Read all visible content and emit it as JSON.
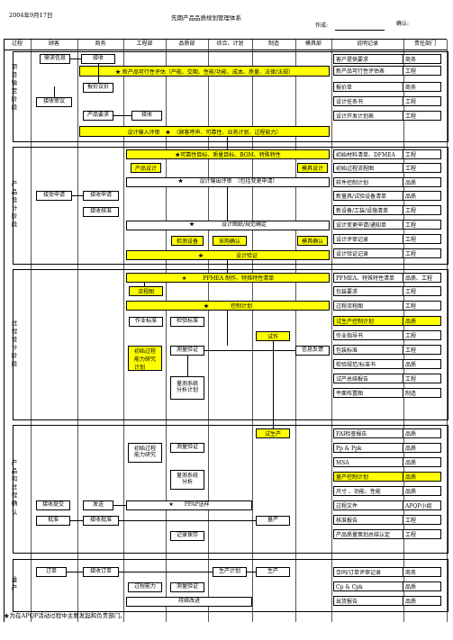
{
  "header": {
    "date": "2004年9月17日",
    "title": "先期产品品质规划管理体系",
    "author_label": "作成:",
    "confirm_label": "确认:"
  },
  "columns": [
    "过程",
    "顾客",
    "商务",
    "工程部",
    "品质部",
    "综合、计划",
    "制造",
    "模具部",
    "说明记录",
    "责任部门"
  ],
  "phases": {
    "p1": "项\n目\n输\n定\n阶\n段",
    "p2": "产\n品\n设\n计\n阶\n段",
    "p3": "过\n程\n设\n计\n阶\n段",
    "p4": "产\n品\n和\n过\n程\n确\n认",
    "p5": "量\n产"
  },
  "boxes": {
    "demand": "需求信息",
    "receive1": "接收",
    "feasibility": "★ 新产品可行性评估（产能、交期、性能/功能、成本、质量、法律/法规）",
    "quote": "报价议价",
    "receive_review": "接收审议",
    "prod_req": "产品要求",
    "receive2": "接收",
    "design_input": "设计输入评审　★　（顾客呼声、可靠性、业务计划、过程能力）",
    "reliability": "★可靠性目标、质量目标、BOM、特殊特性",
    "prod_design": "产品设计",
    "mold_design": "模具设计",
    "design_output": "★　　　设计输出评审　（包括变更申请）",
    "accept_apply": "接受申请",
    "apply_req": "接收申请",
    "approve": "接收核准",
    "drawing": "★　　　　　设计图纸/规范确定",
    "inspect_dev": "检测设备",
    "purchase": "采购确认",
    "mold_confirm": "模具确认",
    "design_verify": "★　　　　　　设计验证",
    "pfmea": "★　　　PFMEA 制作、特殊特性清单",
    "flow": "流程图",
    "control": "★　　　　控制计划",
    "op_std": "作业标准",
    "insp_std": "检验标准",
    "trial": "试作",
    "init_cap": "初始过程\n能力研究\n计划",
    "meas_verify": "测量验证",
    "info_fb": "信息反馈",
    "msa_plan": "量测系统\n分析计划",
    "trial_prod": "试生产",
    "init_cap2": "初始过程\n能力研究",
    "meas_verify2": "测量验证",
    "msa": "量测系统\n分析",
    "sample_submit": "接收提交",
    "send": "发送",
    "ppap": "★　　PPAP送样",
    "approve_btn": "批准",
    "approve2": "接收批准",
    "mass": "量产",
    "record": "记录保存",
    "order": "订单",
    "recv_order": "接收订单",
    "prod_plan": "生产计划",
    "produce": "生产",
    "proc_cap": "过程能力",
    "meas_verify3": "测量验证",
    "improve": "持续改进"
  },
  "records": [
    {
      "r": "客户提供要求",
      "d": "商务"
    },
    {
      "r": "新产品可行性评估表",
      "d": "工程"
    },
    {
      "r": "报价单",
      "d": "商务"
    },
    {
      "r": "设计任务书",
      "d": "工程"
    },
    {
      "r": "设计开发计划表",
      "d": "工程"
    },
    {
      "r": "初始材料清单、DFMEA",
      "d": "工程"
    },
    {
      "r": "初始过程流程图",
      "d": "工程"
    },
    {
      "r": "样件控制计划",
      "d": "品质"
    },
    {
      "r": "新量具/试验设备清单",
      "d": "品质"
    },
    {
      "r": "新设备/工装/设施清单",
      "d": "工程"
    },
    {
      "r": "设计变更申请/通知单",
      "d": "工程"
    },
    {
      "r": "设计评审记录",
      "d": "工程"
    },
    {
      "r": "设计验证记录",
      "d": "工程"
    },
    {
      "r": "PFMEA、特殊特性清单",
      "d": "品质、工程"
    },
    {
      "r": "包装要求",
      "d": "工程"
    },
    {
      "r": "过程流程图",
      "d": "工程"
    },
    {
      "r": "试生产控制计划",
      "d": "品质",
      "y": true
    },
    {
      "r": "作业指导书",
      "d": "工程"
    },
    {
      "r": "包装标准",
      "d": "工程"
    },
    {
      "r": "检验规范/标准书",
      "d": "品质"
    },
    {
      "r": "试产总结报告",
      "d": "工程"
    },
    {
      "r": "平面布置图",
      "d": "制造"
    },
    {
      "r": "FAI检查报告",
      "d": "品质"
    },
    {
      "r": "Pp & Ppk",
      "d": "品质"
    },
    {
      "r": "MSA",
      "d": "品质"
    },
    {
      "r": "量产控制计划",
      "d": "品质",
      "y": true
    },
    {
      "r": "尺寸 、功能、性能",
      "d": "品质"
    },
    {
      "r": "过程文件",
      "d": "APQP小组"
    },
    {
      "r": "核准报告",
      "d": "工程"
    },
    {
      "r": "产品质量策划总结认定",
      "d": "工程"
    },
    {
      "r": "合同/订单评审记录",
      "d": "商务"
    },
    {
      "r": "Cp & Cpk",
      "d": "品质"
    },
    {
      "r": "出货报告",
      "d": "品质"
    }
  ],
  "footer": "★为在APQP活动过程中主要发起和负责部门。"
}
